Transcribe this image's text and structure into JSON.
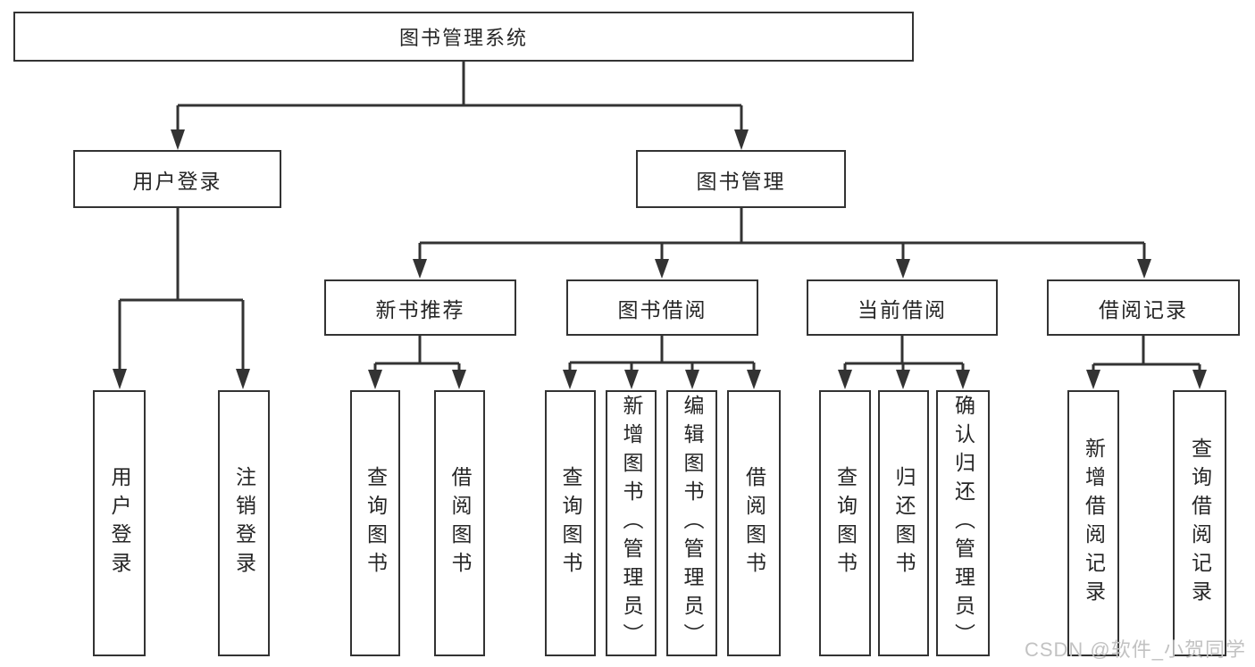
{
  "colors": {
    "line": "#333333",
    "box_border": "#333333",
    "text": "#262626",
    "background": "#ffffff",
    "watermark": "#c2c2c2"
  },
  "watermark": {
    "text": "CSDN @软件_小贺同学"
  },
  "tree": {
    "root": {
      "label": "图书管理系统",
      "children": [
        {
          "label": "用户登录",
          "children": [
            {
              "label": "用户登录"
            },
            {
              "label": "注销登录"
            }
          ]
        },
        {
          "label": "图书管理",
          "children": [
            {
              "label": "新书推荐",
              "children": [
                {
                  "label": "查询图书"
                },
                {
                  "label": "借阅图书"
                }
              ]
            },
            {
              "label": "图书借阅",
              "children": [
                {
                  "label": "查询图书"
                },
                {
                  "label": "新增图书（管理员）"
                },
                {
                  "label": "编辑图书（管理员）"
                },
                {
                  "label": "借阅图书"
                }
              ]
            },
            {
              "label": "当前借阅",
              "children": [
                {
                  "label": "查询图书"
                },
                {
                  "label": "归还图书"
                },
                {
                  "label": "确认归还（管理员）"
                }
              ]
            },
            {
              "label": "借阅记录",
              "children": [
                {
                  "label": "新增借阅记录"
                },
                {
                  "label": "查询借阅记录"
                }
              ]
            }
          ]
        }
      ]
    }
  }
}
